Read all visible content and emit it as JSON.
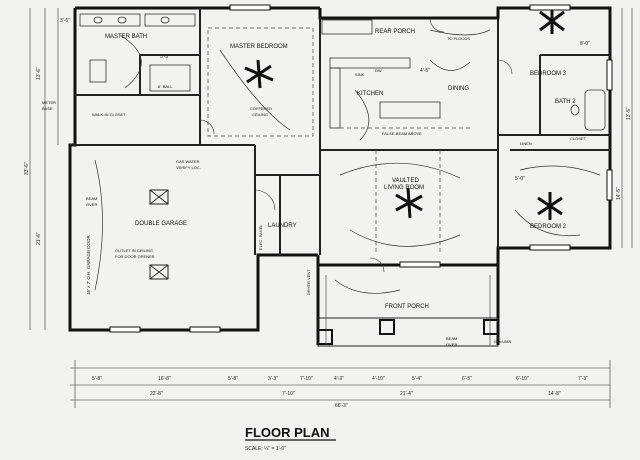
{
  "title": "FLOOR PLAN",
  "scale": "SCALE: ¼\" = 1'-0\"",
  "rooms": {
    "master_bath": "MASTER BATH",
    "master_bedroom": "MASTER BEDROOM",
    "rear_porch": "REAR PORCH",
    "kitchen": "KITCHEN",
    "dining": "DINING",
    "bath2": "BATH 2",
    "bedroom3": "BEDROOM 3",
    "double_garage": "DOUBLE GARAGE",
    "laundry": "LAUNDRY",
    "vaulted_living": "VAULTED",
    "vaulted_living2": "LIVING ROOM",
    "front_porch": "FRONT PORCH",
    "bedroom2": "BEDROOM 2",
    "walkin_closet": "WALK-IN CLOSET",
    "closet": "CLOSET",
    "linen": "LINEN"
  },
  "notes": {
    "coffered": "COFFERED",
    "coffered2": "CEILING",
    "false_beam": "FALSE-BEAM ABOVE",
    "garage_door": "16' x 7' O.H. GARAGE DOOR",
    "outlet": "OUTLET IN CEILING",
    "outlet2": "FOR DOOR OPENER",
    "gas_water": "GAS WATER",
    "verify": "VERIFY LOC.",
    "beam_over": "BEAM",
    "beam_over2": "OVER",
    "beam_over3": "BEAM",
    "beam_over4": "OVER",
    "column": "COLUMN",
    "to_floods": "TO FLOODS",
    "elec_panel": "ELEC. PANEL",
    "dryer_vent": "DRYER VENT",
    "meter_base": "METER",
    "meter_base2": "BASE",
    "dw": "DW",
    "sink": "SINK",
    "sf_ball": "6\" BALL"
  },
  "dims_bottom": [
    "5'-8\"",
    "16'-8\"",
    "5'-8\"",
    "3'-3\"",
    "7'-10\"",
    "4'-3\"",
    "4'-10\"",
    "5'-4\"",
    "6'-5\"",
    "6'-10\"",
    "7'-3\""
  ],
  "dims_bottom2": [
    "22'-8\"",
    "7'-10\"",
    "21'-4\"",
    "14'-8\""
  ],
  "overall_width": "66'-3\"",
  "dims_left": [
    "13'-6\"",
    "33'-6\"",
    "21'-6\""
  ],
  "dims_right": [
    "13'-5\"",
    "14'-5\""
  ],
  "dims_top": [
    "3'-6\"",
    "5'-3\"",
    "4'-5\"",
    "8'-0\"",
    "5'-0\""
  ]
}
